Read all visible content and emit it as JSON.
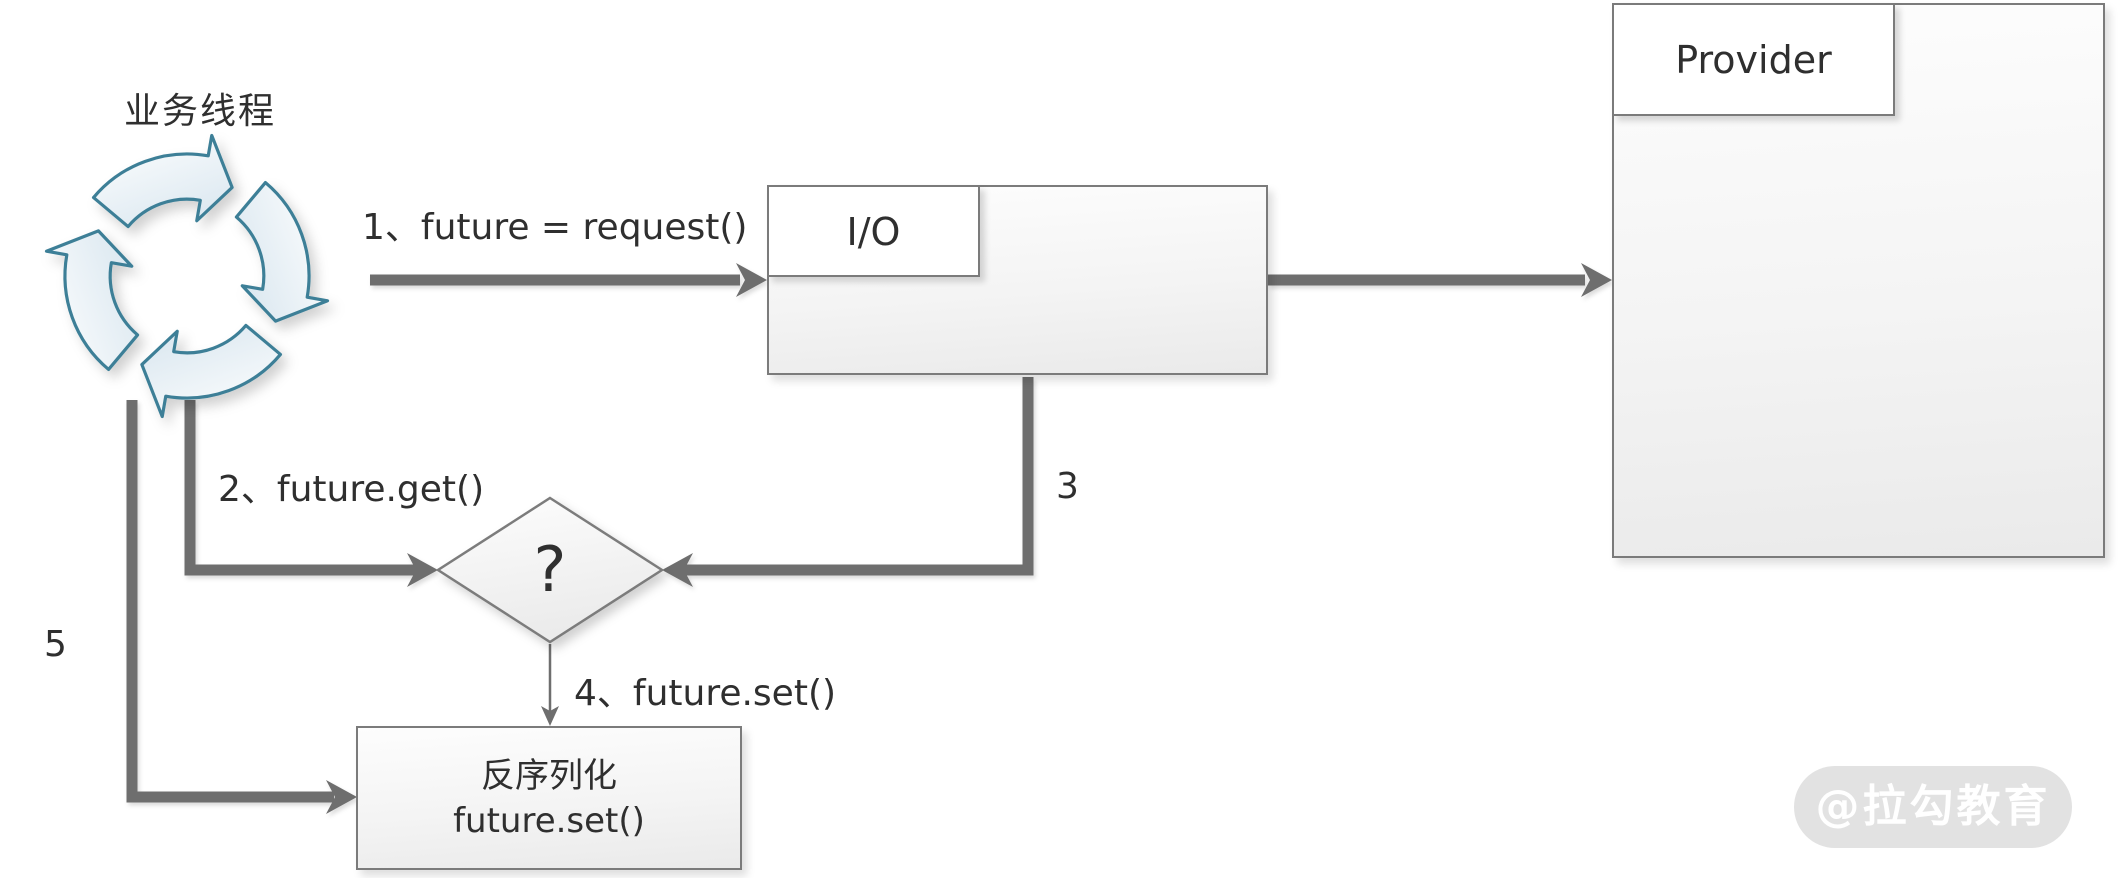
{
  "cycle": {
    "label": "业务线程",
    "icon": "cycle-arrows-icon"
  },
  "boxes": {
    "io": {
      "tab_label": "I/O"
    },
    "provider": {
      "tab_label": "Provider"
    },
    "deserialize": {
      "line1": "反序列化",
      "line2": "future.set()"
    }
  },
  "decision": {
    "label": "?"
  },
  "steps": {
    "step1": "1、future = request()",
    "step2": "2、future.get()",
    "step3": "3",
    "step4": "4、future.set()",
    "step5": "5"
  },
  "watermark": {
    "text": "@拉勾教育"
  },
  "colors": {
    "arrow_gray": "#6e6e6e",
    "box_border": "#7b7b7b",
    "cycle_teal": "#3c7f97",
    "text_dark": "#2f2f2f",
    "box_fill_top": "#fdfdfd",
    "box_fill_bottom": "#eaeaea",
    "watermark_bg": "#e2e2e2",
    "watermark_text": "#ffffff"
  }
}
